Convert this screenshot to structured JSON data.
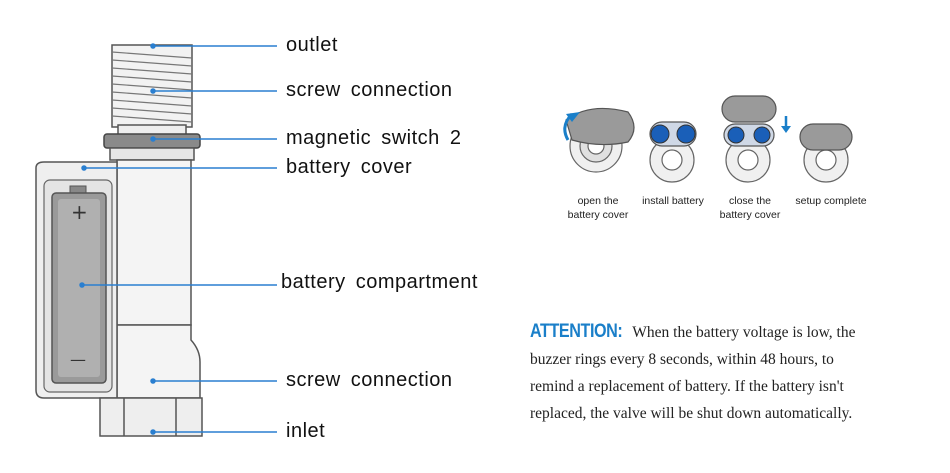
{
  "colors": {
    "accent": "#1a7fc9",
    "leader_line": "#2a7fd0",
    "body_outline": "#555555",
    "body_fill": "#f2f2f2",
    "battery_fill": "#9a9a9a"
  },
  "labels": {
    "outlet": "outlet",
    "screw_connection_top": "screw  connection",
    "magnetic_switch": "magnetic  switch  2",
    "battery_cover": "battery  cover",
    "battery_compartment": "battery  compartment",
    "screw_connection_bottom": "screw  connection",
    "inlet": "inlet"
  },
  "battery": {
    "plus": "+",
    "minus": "—"
  },
  "steps": [
    {
      "caption_line1": "open the",
      "caption_line2": "battery cover"
    },
    {
      "caption_line1": "install battery",
      "caption_line2": ""
    },
    {
      "caption_line1": "close the",
      "caption_line2": "battery cover"
    },
    {
      "caption_line1": "setup complete",
      "caption_line2": ""
    }
  ],
  "attention": {
    "heading": "ATTENTION:",
    "line1": "When the battery voltage is low, the",
    "line2": "buzzer rings every 8 seconds, within 48 hours, to",
    "line3": "remind a replacement of battery. If the battery isn't",
    "line4": "replaced, the valve will be shut down automatically."
  }
}
